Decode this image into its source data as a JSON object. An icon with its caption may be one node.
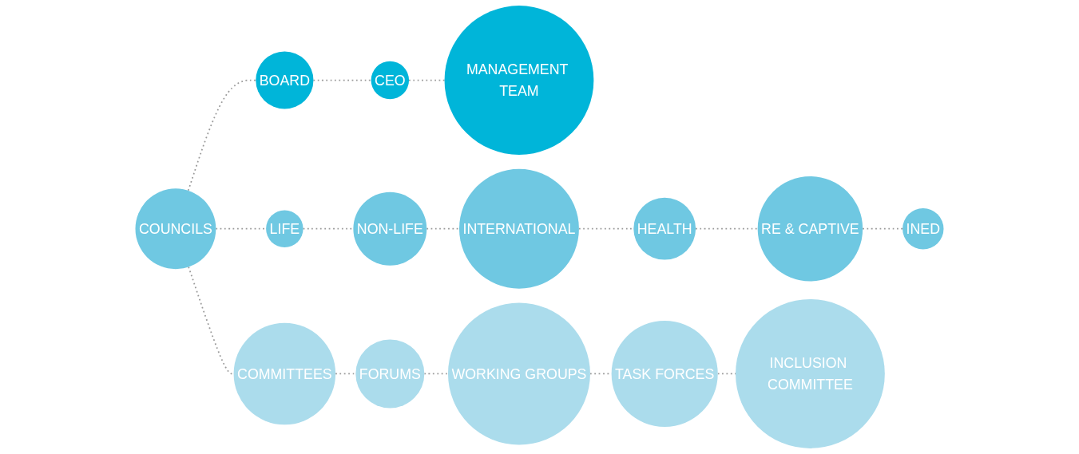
{
  "diagram": {
    "nodes": [
      {
        "text": [
          "BOARD"
        ]
      },
      {
        "text": [
          "CEO"
        ]
      },
      {
        "text": [
          "MANAGEMENT TEAM"
        ]
      },
      {
        "text": [
          "COUNCILS"
        ]
      },
      {
        "text": [
          "LIFE"
        ]
      },
      {
        "text": [
          "NON-LIFE"
        ]
      },
      {
        "text": [
          "INTERNATIONAL"
        ]
      },
      {
        "text": [
          "HEALTH"
        ]
      },
      {
        "text": [
          "RE & CAPTIVE"
        ]
      },
      {
        "text": [
          "INED"
        ]
      },
      {
        "text": [
          "COMMITTEES"
        ]
      },
      {
        "text": [
          "FORUMS"
        ]
      },
      {
        "text": [
          "WORKING GROUPS"
        ]
      },
      {
        "text": [
          "TASK FORCES"
        ]
      },
      {
        "text": [
          "INCLUSION COMMITTEE"
        ]
      }
    ],
    "edges": [
      {
        "from": 3,
        "to": 0,
        "arrow": "none",
        "style": "dashed"
      },
      {
        "from": 3,
        "to": 4,
        "arrow": "none",
        "style": "dashed"
      },
      {
        "from": 3,
        "to": 10,
        "arrow": "none",
        "style": "dashed"
      },
      {
        "from": 0,
        "to": 1,
        "arrow": "none",
        "style": "dashed"
      },
      {
        "from": 1,
        "to": 2,
        "arrow": "none",
        "style": "dashed"
      },
      {
        "from": 4,
        "to": 5,
        "arrow": "none",
        "style": "dashed"
      },
      {
        "from": 5,
        "to": 6,
        "arrow": "none",
        "style": "dashed"
      },
      {
        "from": 6,
        "to": 7,
        "arrow": "none",
        "style": "dashed"
      },
      {
        "from": 7,
        "to": 8,
        "arrow": "none",
        "style": "dashed"
      },
      {
        "from": 8,
        "to": 9,
        "arrow": "none",
        "style": "dashed"
      },
      {
        "from": 10,
        "to": 11,
        "arrow": "none",
        "style": "dashed"
      },
      {
        "from": 11,
        "to": 12,
        "arrow": "none",
        "style": "dashed"
      },
      {
        "from": 12,
        "to": 13,
        "arrow": "none",
        "style": "dashed"
      },
      {
        "from": 13,
        "to": 14,
        "arrow": "none",
        "style": "dashed"
      }
    ]
  }
}
